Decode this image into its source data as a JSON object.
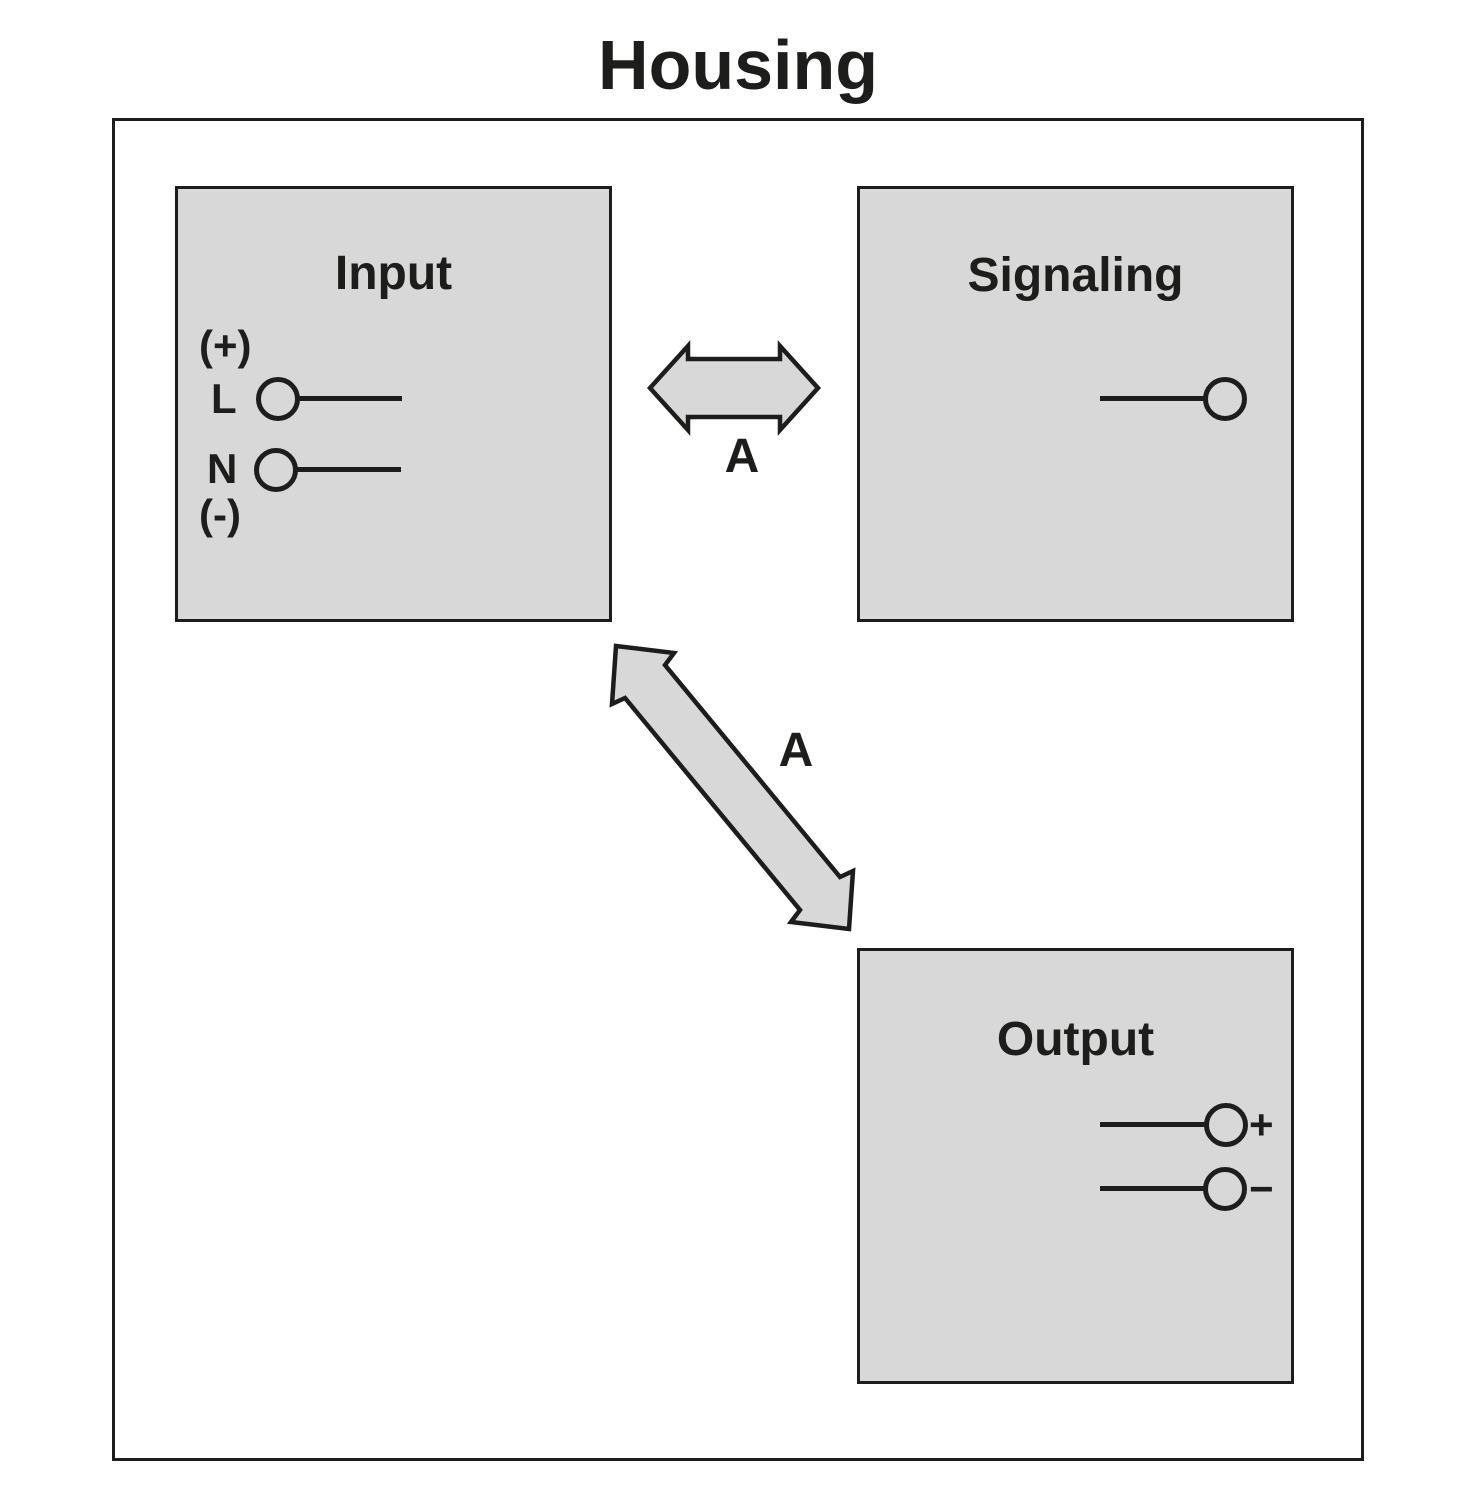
{
  "title": "Housing",
  "housing": {
    "input_block": {
      "title": "Input",
      "plus_label": "(+)",
      "line_label": "L",
      "neutral_label": "N",
      "minus_label": "(-)"
    },
    "signaling_block": {
      "title": "Signaling"
    },
    "output_block": {
      "title": "Output",
      "plus_label": "+",
      "minus_label": "−"
    },
    "connections": {
      "input_signaling_label": "A",
      "input_output_label": "A"
    }
  },
  "colors": {
    "block_fill": "#d8d8d8",
    "stroke": "#1d1d1b",
    "background": "#ffffff"
  }
}
